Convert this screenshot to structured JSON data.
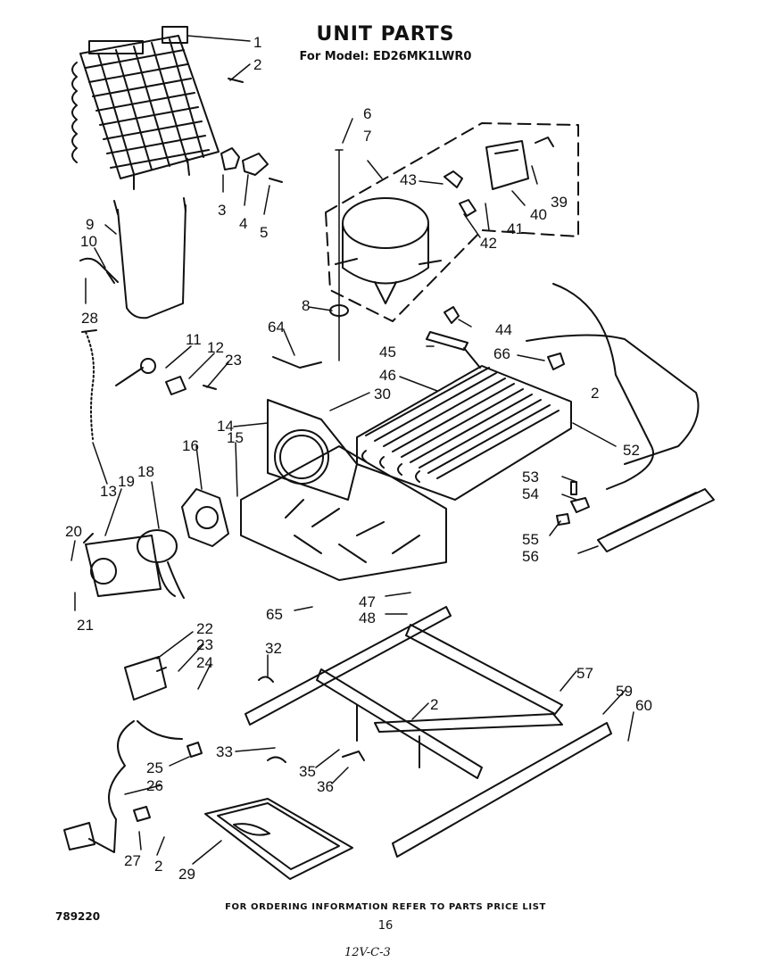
{
  "header": {
    "title": "UNIT PARTS",
    "model_line": "For Model: ED26MK1LWR0"
  },
  "footer": {
    "ordering_note": "FOR ORDERING INFORMATION REFER TO PARTS PRICE LIST",
    "document_number": "789220",
    "page_number": "16",
    "handwritten_note": "12V-C-3"
  },
  "callouts": [
    "1",
    "2",
    "3",
    "4",
    "5",
    "6",
    "7",
    "8",
    "9",
    "10",
    "11",
    "12",
    "13",
    "14",
    "15",
    "16",
    "18",
    "19",
    "20",
    "21",
    "22",
    "23",
    "24",
    "25",
    "26",
    "27",
    "28",
    "29",
    "30",
    "32",
    "33",
    "35",
    "36",
    "39",
    "40",
    "41",
    "42",
    "43",
    "44",
    "45",
    "46",
    "47",
    "48",
    "52",
    "53",
    "54",
    "55",
    "56",
    "57",
    "59",
    "60",
    "64",
    "65",
    "66"
  ],
  "diagram_labels": [
    {
      "part": "1"
    },
    {
      "part": "2"
    },
    {
      "part": "3"
    },
    {
      "part": "4"
    },
    {
      "part": "5"
    },
    {
      "part": "9"
    },
    {
      "part": "10"
    },
    {
      "part": "28"
    },
    {
      "part": "6"
    },
    {
      "part": "7"
    },
    {
      "part": "43"
    },
    {
      "part": "39"
    },
    {
      "part": "40"
    },
    {
      "part": "41"
    },
    {
      "part": "42"
    },
    {
      "part": "8"
    },
    {
      "part": "64"
    },
    {
      "part": "44"
    },
    {
      "part": "45"
    },
    {
      "part": "66"
    },
    {
      "part": "2"
    },
    {
      "part": "46"
    },
    {
      "part": "11"
    },
    {
      "part": "12"
    },
    {
      "part": "23"
    },
    {
      "part": "30"
    },
    {
      "part": "14"
    },
    {
      "part": "52"
    },
    {
      "part": "13"
    },
    {
      "part": "19"
    },
    {
      "part": "18"
    },
    {
      "part": "16"
    },
    {
      "part": "15"
    },
    {
      "part": "53"
    },
    {
      "part": "54"
    },
    {
      "part": "55"
    },
    {
      "part": "56"
    },
    {
      "part": "20"
    },
    {
      "part": "21"
    },
    {
      "part": "65"
    },
    {
      "part": "47"
    },
    {
      "part": "48"
    },
    {
      "part": "22"
    },
    {
      "part": "23"
    },
    {
      "part": "24"
    },
    {
      "part": "32"
    },
    {
      "part": "57"
    },
    {
      "part": "2"
    },
    {
      "part": "59"
    },
    {
      "part": "60"
    },
    {
      "part": "33"
    },
    {
      "part": "25"
    },
    {
      "part": "35"
    },
    {
      "part": "36"
    },
    {
      "part": "26"
    },
    {
      "part": "27"
    },
    {
      "part": "2"
    },
    {
      "part": "29"
    }
  ]
}
